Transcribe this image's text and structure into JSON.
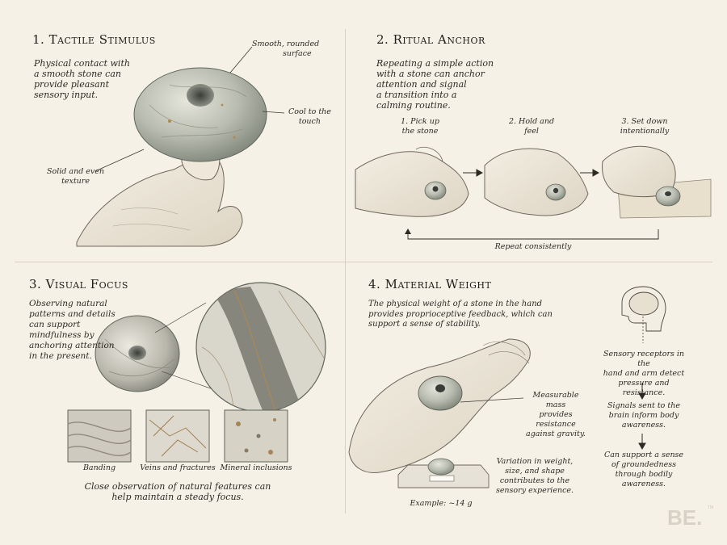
{
  "section1": {
    "title": "1. Tactile Stimulus",
    "body": [
      "Physical contact with",
      "a smooth stone can",
      "provide pleasant",
      "sensory input."
    ],
    "label_surface": [
      "Smooth, rounded",
      "surface"
    ],
    "label_cool": [
      "Cool to the",
      "touch"
    ],
    "label_texture": [
      "Solid and even",
      "texture"
    ]
  },
  "section2": {
    "title": "2. Ritual Anchor",
    "body": [
      "Repeating a simple action",
      "with a stone can anchor",
      "attention and signal",
      "a transition into a",
      "calming routine."
    ],
    "steps": [
      {
        "label": [
          "1. Pick up",
          "the stone"
        ]
      },
      {
        "label": [
          "2. Hold and",
          "feel"
        ]
      },
      {
        "label": [
          "3. Set down",
          "intentionally"
        ]
      }
    ],
    "loop_label": "Repeat consistently"
  },
  "section3": {
    "title": "3. Visual Focus",
    "body": [
      "Observing natural",
      "patterns and details",
      "can support",
      "mindfulness by",
      "anchoring attention",
      "in the present."
    ],
    "swatches": [
      "Banding",
      "Veins and fractures",
      "Mineral inclusions"
    ],
    "footer": [
      "Close observation of natural features can",
      "help maintain a steady focus."
    ]
  },
  "section4": {
    "title": "4. Material Weight",
    "body": [
      "The physical weight of a stone in the hand",
      "provides proprioceptive feedback, which can",
      "support a sense of stability."
    ],
    "label_mass": [
      "Measurable mass",
      "provides resistance",
      "against gravity."
    ],
    "label_variation": [
      "Variation in weight,",
      "size, and shape",
      "contributes to the",
      "sensory experience."
    ],
    "scale_example": "Example: ~14 g",
    "flow": [
      [
        "Sensory receptors in the",
        "hand and arm detect",
        "pressure and resistance."
      ],
      [
        "Signals sent to the",
        "brain inform body",
        "awareness."
      ],
      [
        "Can support a sense",
        "of groundedness",
        "through bodily",
        "awareness."
      ]
    ]
  },
  "logo": "BE.",
  "logo_tm": "TM"
}
